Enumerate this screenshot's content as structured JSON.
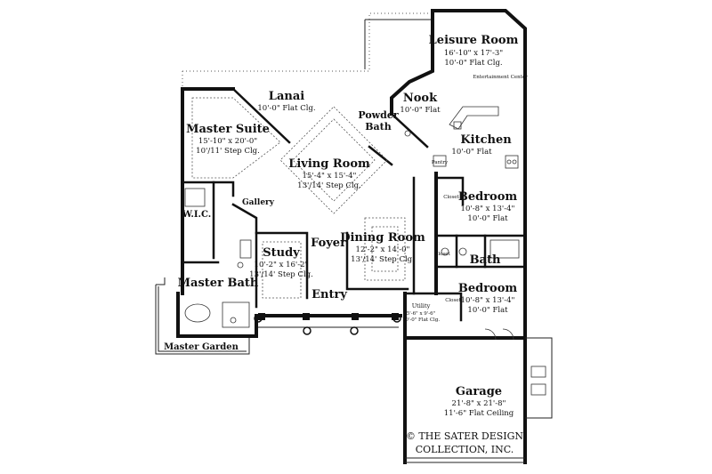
{
  "rooms": {
    "leisure": {
      "name": "Leisure Room",
      "dim": "16'-10\" x 17'-3\"",
      "clg": "10'-0\" Flat Clg."
    },
    "entertainment": "Entertainment Center",
    "nook": {
      "name": "Nook",
      "clg": "10'-0\" Flat"
    },
    "lanai": {
      "name": "Lanai",
      "clg": "10'-0\" Flat Clg."
    },
    "powder": {
      "line1": "Powder",
      "line2": "Bath"
    },
    "kitchen": {
      "name": "Kitchen",
      "clg": "10'-0\" Flat"
    },
    "pantry": "Pantry",
    "master_suite": {
      "name": "Master Suite",
      "dim": "15'-10\" x 20'-0\"",
      "clg": "10'/11' Step Clg."
    },
    "living": {
      "name": "Living Room",
      "dim": "15'-4\" x 15'-4\"",
      "clg": "13'/14' Step Clg."
    },
    "gallery": "Gallery",
    "wic": "W.I.C.",
    "bedroom1": {
      "name": "Bedroom",
      "dim": "10'-8\" x 13'-4\"",
      "clg": "10'-0\" Flat"
    },
    "closet": "Closet",
    "study": {
      "name": "Study",
      "dim": "10'-2\" x 16'-2\"",
      "clg": "13'/14' Step Clg."
    },
    "foyer": "Foyer",
    "dining": {
      "name": "Dining Room",
      "dim": "12'-2\" x 14'-0\"",
      "clg": "13'/14' Step Clg."
    },
    "bath": "Bath",
    "master_bath": "Master Bath",
    "entry": "Entry",
    "bedroom2": {
      "name": "Bedroom",
      "dim": "10'-8\" x 13'-4\"",
      "clg": "10'-0\" Flat"
    },
    "utility": {
      "name": "Utility",
      "dim": "5'-6\" x 9'-6\"",
      "clg": "10'-0\" Flat Clg."
    },
    "master_garden": "Master Garden",
    "garage": {
      "name": "Garage",
      "dim": "21'-8\" x 21'-8\"",
      "clg": "11'-6\" Flat Ceiling"
    }
  },
  "copyright": {
    "line1": "© THE SATER DESIGN",
    "line2": "COLLECTION, INC."
  }
}
